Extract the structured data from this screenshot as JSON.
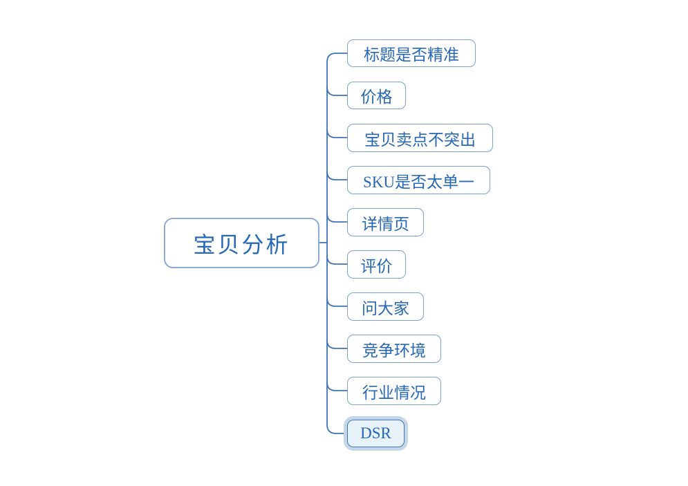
{
  "diagram": {
    "root": {
      "label": "宝贝分析"
    },
    "children": [
      {
        "label": "标题是否精准",
        "selected": false
      },
      {
        "label": "价格",
        "selected": false
      },
      {
        "label": "宝贝卖点不突出",
        "selected": false
      },
      {
        "label": "SKU是否太单一",
        "selected": false
      },
      {
        "label": "详情页",
        "selected": false
      },
      {
        "label": "评价",
        "selected": false
      },
      {
        "label": "问大家",
        "selected": false
      },
      {
        "label": "竞争环境",
        "selected": false
      },
      {
        "label": "行业情况",
        "selected": false
      },
      {
        "label": "DSR",
        "selected": true
      }
    ],
    "colors": {
      "text": "#2667b6",
      "node_border": "#7d9fd3",
      "root_border": "#8cabd9",
      "connector": "#3e72bc",
      "selected_border": "#3f76ba",
      "selected_fill": "#e7f1f8",
      "selected_halo": "#c5d7e7",
      "canvas_bg": "#ffffff"
    }
  }
}
